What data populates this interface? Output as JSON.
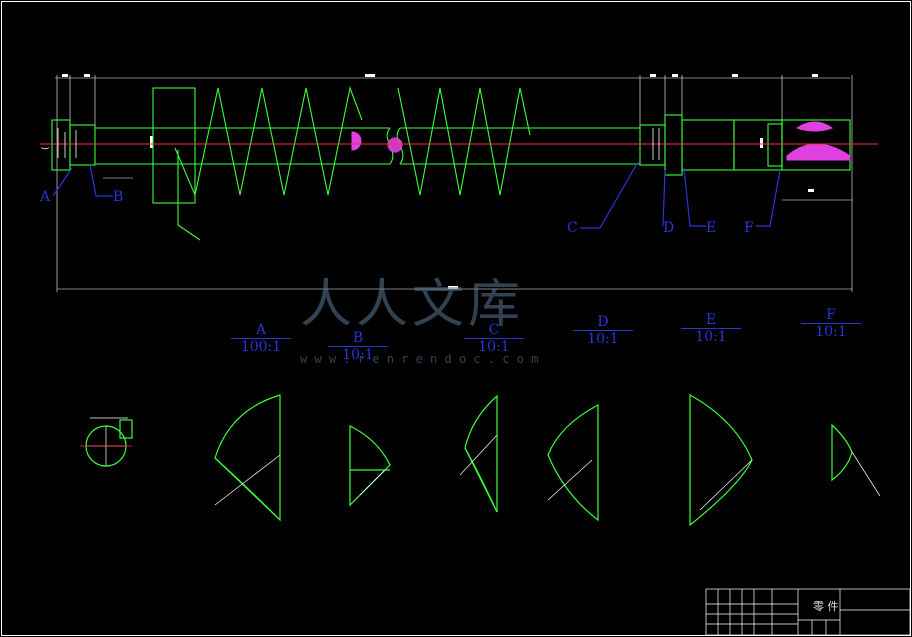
{
  "callouts": [
    "A",
    "B",
    "C",
    "D",
    "E",
    "F"
  ],
  "detail_views": [
    {
      "letter": "A",
      "scale": "100:1"
    },
    {
      "letter": "B",
      "scale": "10:1"
    },
    {
      "letter": "C",
      "scale": "10:1"
    },
    {
      "letter": "D",
      "scale": "10:1"
    },
    {
      "letter": "E",
      "scale": "10:1"
    },
    {
      "letter": "F",
      "scale": "10:1"
    }
  ],
  "watermark": {
    "brand": "人人文库",
    "url": "w w w . r e n r e n d o c . c o m"
  },
  "title_block": {
    "part_label": "零 件"
  },
  "colors": {
    "outline": "#39ff39",
    "center_line": "#ff3030",
    "callout": "#2a35d8",
    "hatch": "#e040e0",
    "white_lines": "#ffffff"
  }
}
